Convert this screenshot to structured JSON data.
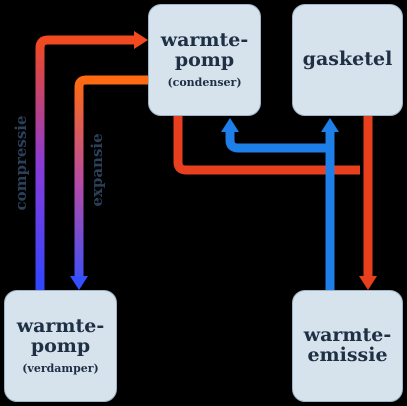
{
  "boxes": {
    "condenser": {
      "line1": "warmte-",
      "line2": "pomp",
      "sub": "(condenser)"
    },
    "gasketel": {
      "line1": "gasketel"
    },
    "verdamper": {
      "line1": "warmte-",
      "line2": "pomp",
      "sub": "(verdamper)"
    },
    "emissie": {
      "line1": "warmte-",
      "line2": "emissie"
    }
  },
  "labels": {
    "compressie": "compressie",
    "expansie": "expansie"
  },
  "colors": {
    "box_fill": "#d6e2ec",
    "hot": "#e8401f",
    "cold": "#1e7fe8",
    "compressie_gradient": [
      "#2f46ff",
      "#8a3ad8",
      "#f24a1e"
    ],
    "expansie_gradient": [
      "#ff6a10",
      "#b54aa8",
      "#3350ff"
    ]
  }
}
